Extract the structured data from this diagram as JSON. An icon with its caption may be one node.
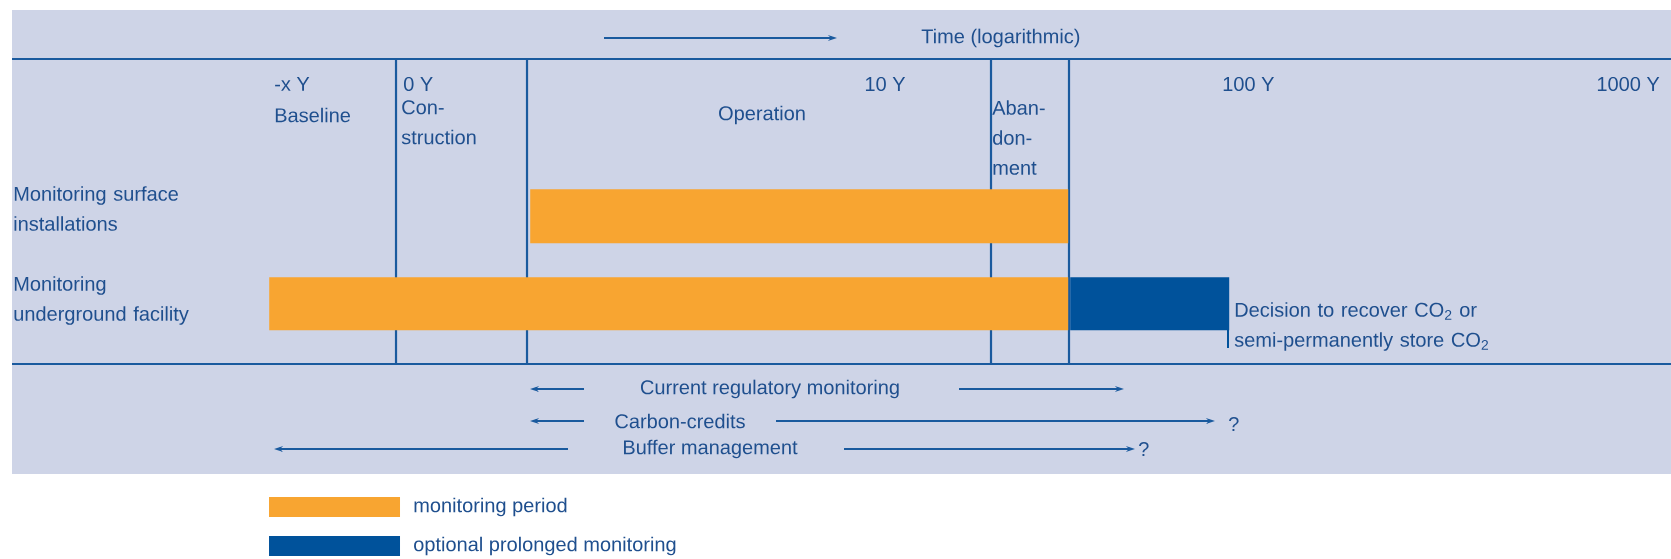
{
  "diagram": {
    "nodes": [
      {
        "text": [],
        "shape": "bar"
      },
      {
        "text": [],
        "shape": "bar"
      },
      {
        "text": [],
        "shape": "bar"
      }
    ],
    "labels": [
      "Time (logarithmic)",
      "-x Y",
      "Baseline",
      "0 Y",
      "Con- struction",
      "10 Y",
      "Operation",
      "Aban- don- ment",
      "100 Y",
      "1000 Y",
      "Monitoring surface installations",
      "Monitoring underground facility",
      "Decision to recover CO$_{2}$ or semi-permanently store CO$_{2}$",
      "Current regulatory monitoring",
      "Carbon-credits",
      "?",
      "Buffer management",
      "?"
    ],
    "legend": [
      {
        "text": "monitoring period",
        "color": "#f8a531"
      },
      {
        "text": "optional prolonged monitoring",
        "color": "#00529b"
      }
    ]
  }
}
